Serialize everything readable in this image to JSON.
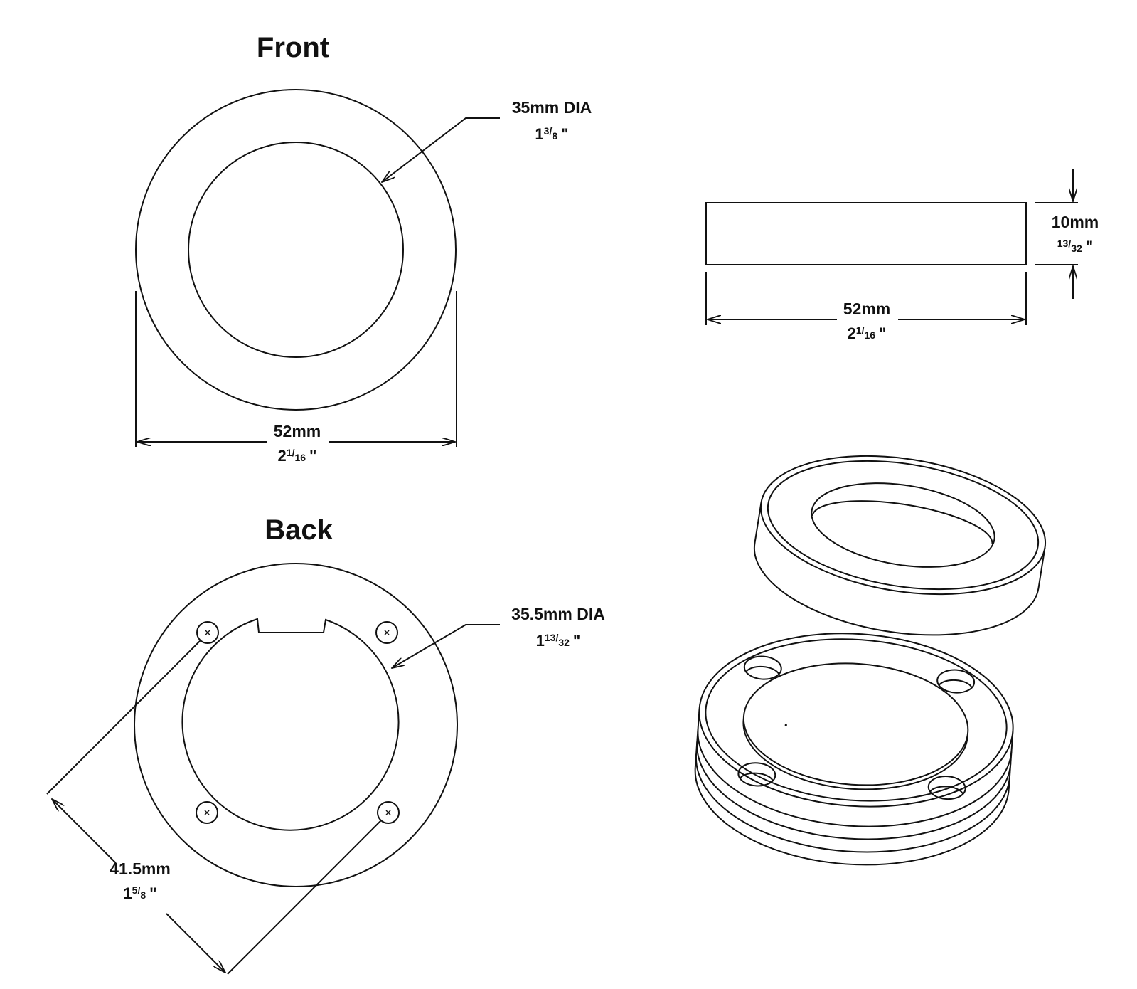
{
  "front": {
    "title": "Front",
    "inner_dia_label": "35mm DIA",
    "inner_dia_imperial": {
      "whole": "1",
      "num": "3",
      "den": "8",
      "mark": "\""
    },
    "width_label": "52mm",
    "width_imperial": {
      "whole": "2",
      "num": "1",
      "den": "16",
      "mark": "\""
    }
  },
  "side": {
    "height_label": "10mm",
    "height_imperial": {
      "whole": "",
      "num": "13",
      "den": "32",
      "mark": "\""
    },
    "width_label": "52mm",
    "width_imperial": {
      "whole": "2",
      "num": "1",
      "den": "16",
      "mark": "\""
    }
  },
  "back": {
    "title": "Back",
    "inner_dia_label": "35.5mm DIA",
    "inner_dia_imperial": {
      "whole": "1",
      "num": "13",
      "den": "32",
      "mark": "\""
    },
    "hole_spacing_label": "41.5mm",
    "hole_spacing_imperial": {
      "whole": "1",
      "num": "5",
      "den": "8",
      "mark": "\""
    },
    "screw_mark": "×"
  },
  "colors": {
    "line": "#111111",
    "background": "#ffffff"
  }
}
